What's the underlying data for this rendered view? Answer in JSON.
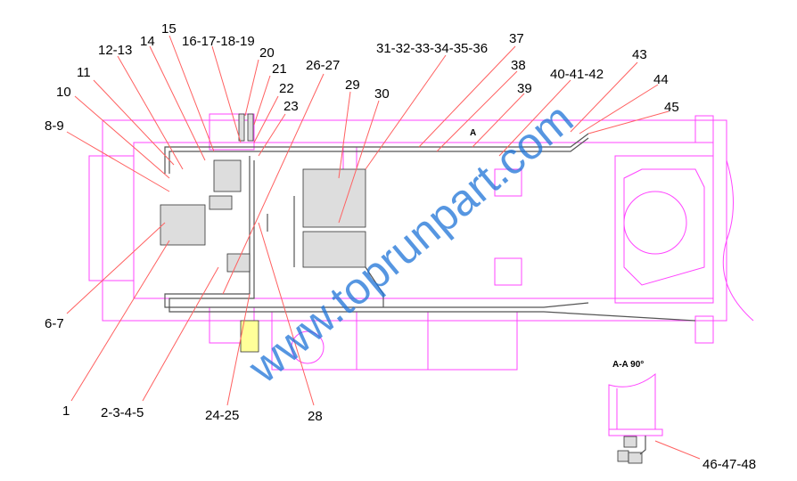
{
  "title": "Hydraulic piping layout on chassis frame",
  "callouts": [
    "15",
    "14",
    "16-17-18-19",
    "12-13",
    "20",
    "21",
    "11",
    "10",
    "22",
    "23",
    "26-27",
    "29",
    "30",
    "31-32-33-34-35-36",
    "37",
    "38",
    "39",
    "40-41-42",
    "43",
    "44",
    "45",
    "8-9",
    "6-7",
    "1",
    "2-3-4-5",
    "24-25",
    "28",
    "46-47-48"
  ],
  "section_label": "A-A 90°",
  "section_marker": "A",
  "watermark": "www.toprunpart.com",
  "colors": {
    "frame": "#ff44ff",
    "leader": "#ff6060",
    "watermark": "#1e74d8"
  }
}
